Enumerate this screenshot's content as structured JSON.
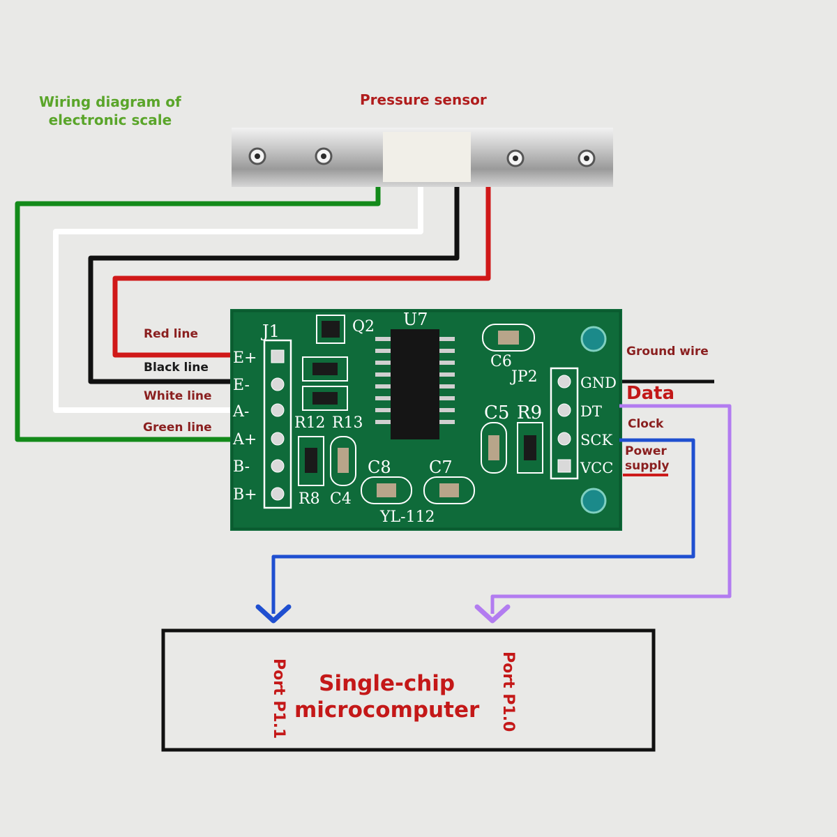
{
  "title": "Wiring diagram of\nelectronic scale",
  "sensor": {
    "label": "Pressure sensor"
  },
  "wires": {
    "red": "Red line",
    "black": "Black line",
    "white": "White line",
    "green": "Green line"
  },
  "board": {
    "model": "YL-112",
    "j1": "J1",
    "jp2": "JP2",
    "left_pins": [
      "E+",
      "E-",
      "A-",
      "A+",
      "B-",
      "B+"
    ],
    "right_pins": [
      "GND",
      "DT",
      "SCK",
      "VCC"
    ],
    "components": {
      "q2": "Q2",
      "u7": "U7",
      "c6": "C6",
      "r12": "R12",
      "r13": "R13",
      "c5": "C5",
      "r9": "R9",
      "c8": "C8",
      "c7": "C7",
      "r8": "R8",
      "c4": "C4"
    }
  },
  "pin_labels": {
    "ground": "Ground wire",
    "data": "Data",
    "clock": "Clock",
    "power": "Power\nsupply"
  },
  "mcu": {
    "label": "Single-chip\nmicrocomputer",
    "port_clock": "Port P1.1",
    "port_data": "Port P1.0"
  },
  "colors": {
    "red_wire": "#d01818",
    "black_wire": "#111111",
    "white_wire": "#ffffff",
    "green_wire": "#138a1a",
    "blue_wire": "#1f4fd0",
    "purple_wire": "#b27cf0",
    "pcb": "#0f6b3a"
  }
}
